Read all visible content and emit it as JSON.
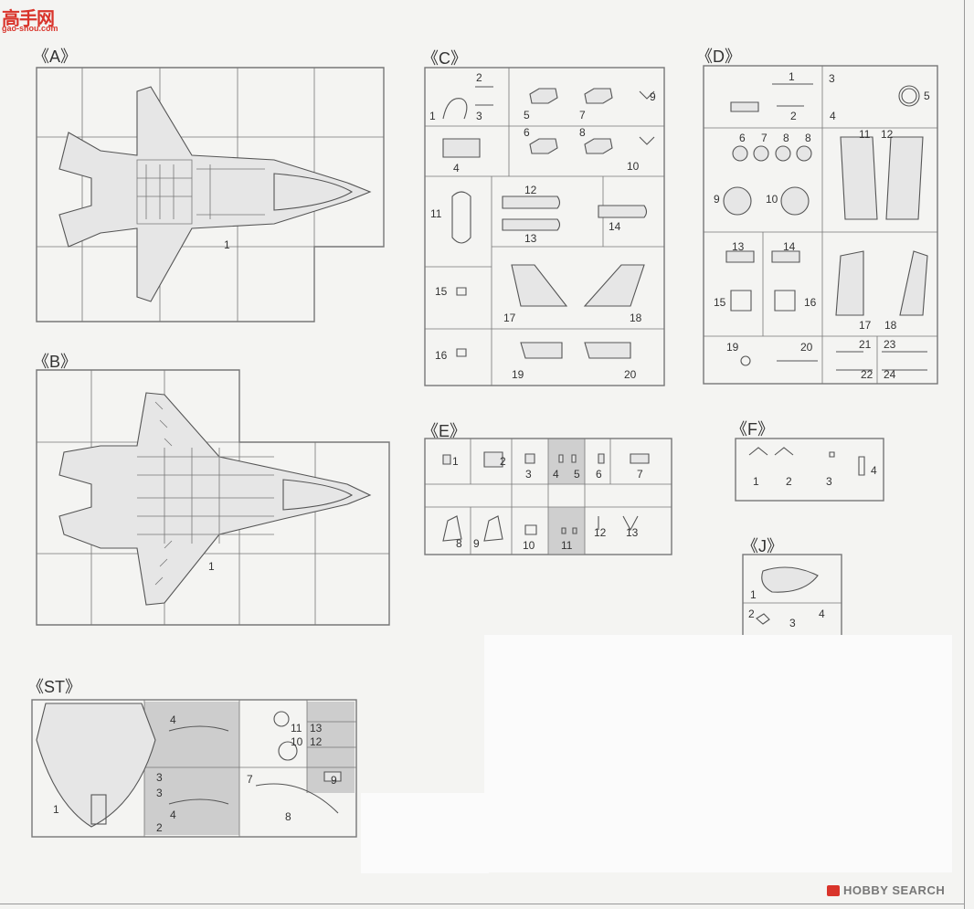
{
  "watermark_top": {
    "logo_text": "高手网",
    "site": "gao-shou.com"
  },
  "watermark_bottom": {
    "brand": "HOBBY SEARCH"
  },
  "panels": {
    "A": {
      "label": "《A》",
      "parts": [
        "1"
      ]
    },
    "B": {
      "label": "《B》",
      "parts": [
        "1"
      ]
    },
    "C": {
      "label": "《C》",
      "parts": [
        "1",
        "2",
        "3",
        "4",
        "5",
        "6",
        "7",
        "8",
        "9",
        "10",
        "11",
        "12",
        "13",
        "14",
        "15",
        "16",
        "17",
        "18",
        "19",
        "20"
      ]
    },
    "D": {
      "label": "《D》",
      "parts": [
        "1",
        "2",
        "3",
        "4",
        "5",
        "6",
        "7",
        "8",
        "8",
        "9",
        "10",
        "11",
        "12",
        "13",
        "14",
        "15",
        "16",
        "17",
        "18",
        "19",
        "20",
        "21",
        "22",
        "23",
        "24"
      ]
    },
    "E": {
      "label": "《E》",
      "parts": [
        "1",
        "2",
        "3",
        "4",
        "5",
        "6",
        "7",
        "8",
        "9",
        "10",
        "11",
        "12",
        "13"
      ]
    },
    "F": {
      "label": "《F》",
      "parts": [
        "1",
        "2",
        "3",
        "4"
      ]
    },
    "J": {
      "label": "《J》",
      "parts": [
        "1",
        "2",
        "3",
        "4"
      ]
    },
    "ST": {
      "label": "《ST》",
      "parts": [
        "1",
        "2",
        "3",
        "4",
        "3",
        "4",
        "7",
        "8",
        "11",
        "10",
        "13",
        "12",
        "9"
      ]
    }
  },
  "colors": {
    "line": "#555555",
    "frame": "#777777",
    "shade": "#cfcfcf",
    "paper": "#f4f4f2",
    "watermark_red": "#d9342b"
  }
}
